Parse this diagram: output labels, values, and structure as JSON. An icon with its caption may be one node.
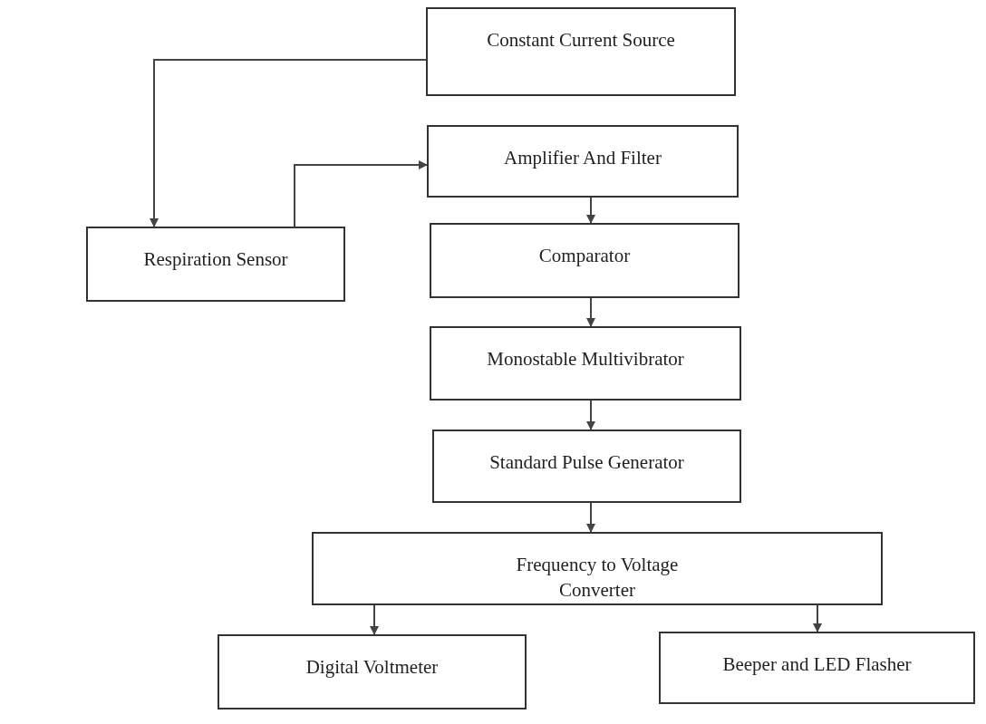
{
  "diagram": {
    "nodes": [
      {
        "text": [
          "Constant Current Source"
        ]
      },
      {
        "text": [
          "Amplifier And Filter"
        ]
      },
      {
        "text": [
          "Respiration Sensor"
        ]
      },
      {
        "text": [
          "Comparator"
        ]
      },
      {
        "text": [
          "Monostable Multivibrator"
        ]
      },
      {
        "text": [
          "Standard Pulse Generator"
        ]
      },
      {
        "text": [
          "Frequency to Voltage Converter"
        ]
      },
      {
        "text": [
          "Digital Voltmeter"
        ]
      },
      {
        "text": [
          "Beeper and LED Flasher"
        ]
      }
    ],
    "edges": [
      {
        "from": 0,
        "to": 2,
        "arrow": "to"
      },
      {
        "from": 2,
        "to": 1,
        "arrow": "to"
      },
      {
        "from": 1,
        "to": 3,
        "arrow": "to"
      },
      {
        "from": 3,
        "to": 4,
        "arrow": "to"
      },
      {
        "from": 4,
        "to": 5,
        "arrow": "to"
      },
      {
        "from": 5,
        "to": 6,
        "arrow": "to"
      },
      {
        "from": 6,
        "to": 7,
        "arrow": "to"
      },
      {
        "from": 6,
        "to": 8,
        "arrow": "to"
      }
    ]
  }
}
